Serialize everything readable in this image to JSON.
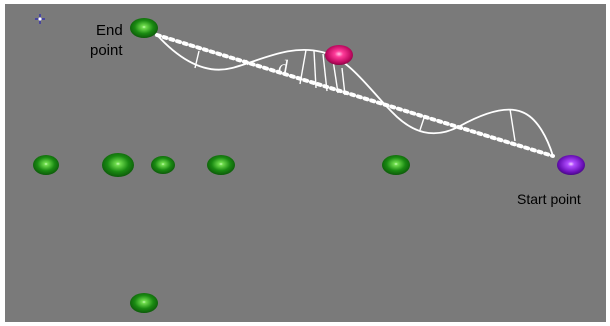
{
  "labels": {
    "end_point": [
      "End",
      "point"
    ],
    "start_point": "Start point",
    "distance_symbol": "d"
  },
  "icons": {
    "cursor": "crosshair-cursor-icon"
  },
  "colors": {
    "panel_background": "#7a7a7a",
    "ball_green": "#0f7a12",
    "ball_green_highlight": "#7fdc6a",
    "ball_magenta": "#d0106a",
    "ball_purple": "#7a18c8",
    "path_line": "#ffffff",
    "cursor": "#3b39a8"
  }
}
